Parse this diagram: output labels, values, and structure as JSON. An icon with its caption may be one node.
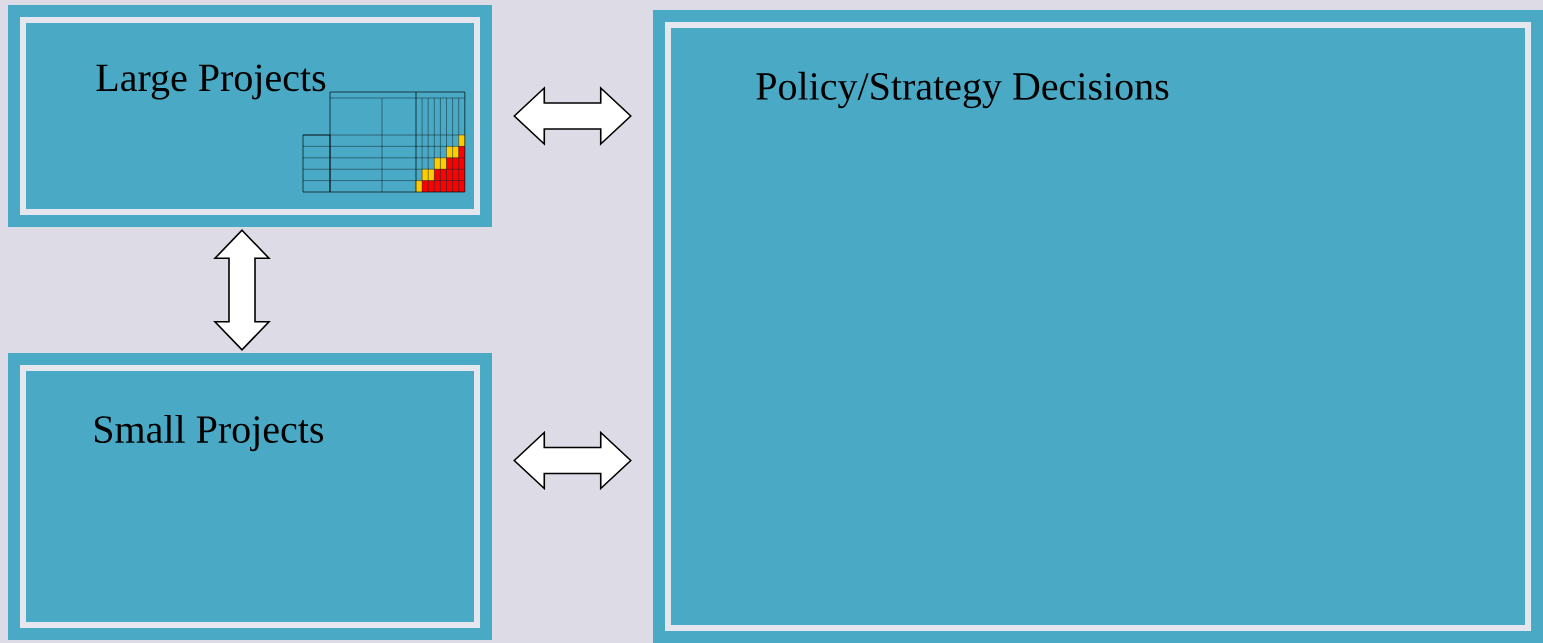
{
  "diagram": {
    "nodes": [
      {
        "text": [
          "Large Projects"
        ]
      },
      {
        "text": [
          "Small Projects"
        ]
      },
      {
        "text": [
          "Policy/Strategy Decisions"
        ]
      }
    ],
    "edges": [
      {
        "from": 0,
        "to": 2,
        "arrow": "both"
      },
      {
        "from": 0,
        "to": 1,
        "arrow": "both"
      },
      {
        "from": 1,
        "to": 2,
        "arrow": "both"
      }
    ]
  }
}
